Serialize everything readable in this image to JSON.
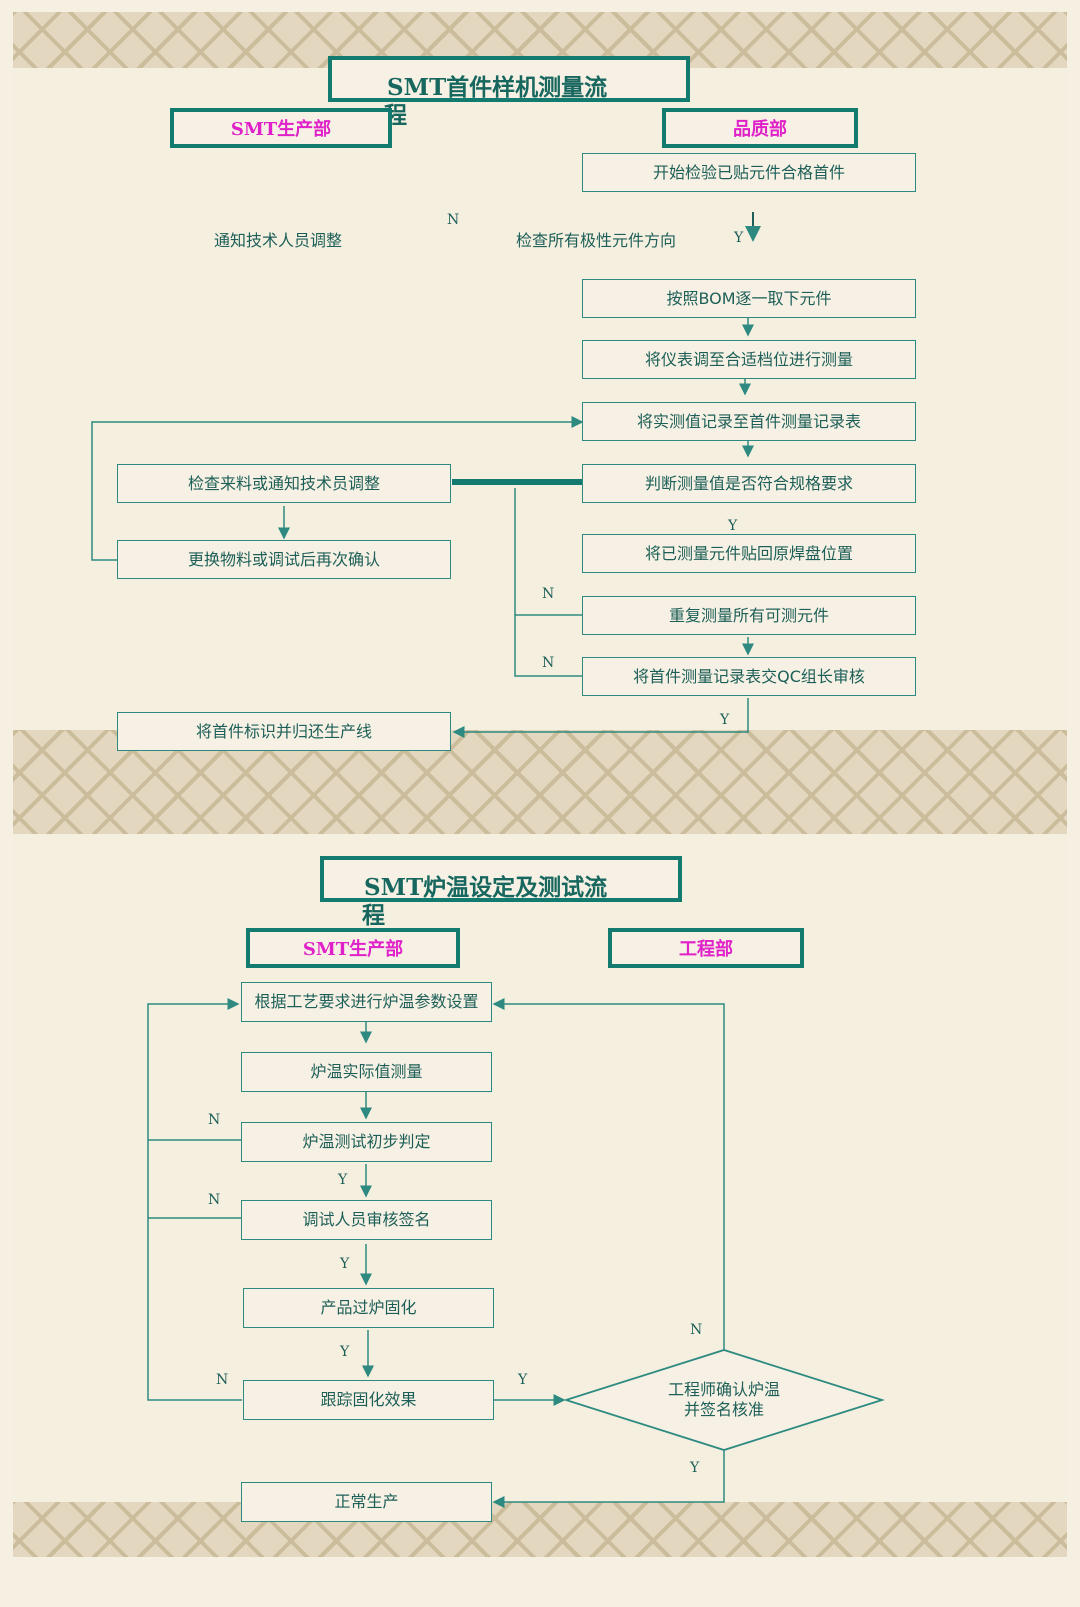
{
  "flow1": {
    "title_line1": "SMT首件样机测量流",
    "title_line2": "程",
    "dept_left": "SMT生产部",
    "dept_right": "品质部",
    "start": "开始检验已贴元件合格首件",
    "notify_tech": "通知技术人员调整",
    "check_polarity": "检查所有极性元件方向",
    "take_parts": "按照BOM逐一取下元件",
    "set_meter": "将仪表调至合适档位进行测量",
    "record": "将实测值记录至首件测量记录表",
    "judge": "判断测量值是否符合规格要求",
    "check_material": "检查来料或通知技术员调整",
    "replace": "更换物料或调试后再次确认",
    "put_back": "将已测量元件贴回原焊盘位置",
    "repeat": "重复测量所有可测元件",
    "submit": "将首件测量记录表交QC组长审核",
    "return_line": "将首件标识并归还生产线",
    "n": "N",
    "y": "Y"
  },
  "flow2": {
    "title_line1": "SMT炉温设定及测试流",
    "title_line2": "程",
    "dept_left": "SMT生产部",
    "dept_right": "工程部",
    "set_params": "根据工艺要求进行炉温参数设置",
    "measure": "炉温实际值测量",
    "judge": "炉温测试初步判定",
    "review": "调试人员审核签名",
    "cure": "产品过炉固化",
    "track": "跟踪固化效果",
    "engineer_line1": "工程师确认炉温",
    "engineer_line2": "并签名核准",
    "normal": "正常生产",
    "n": "N",
    "y": "Y"
  },
  "colors": {
    "accent": "#127a6e",
    "line": "#2e8a80",
    "dept_text": "#e020c8",
    "background": "#f5efe0"
  }
}
